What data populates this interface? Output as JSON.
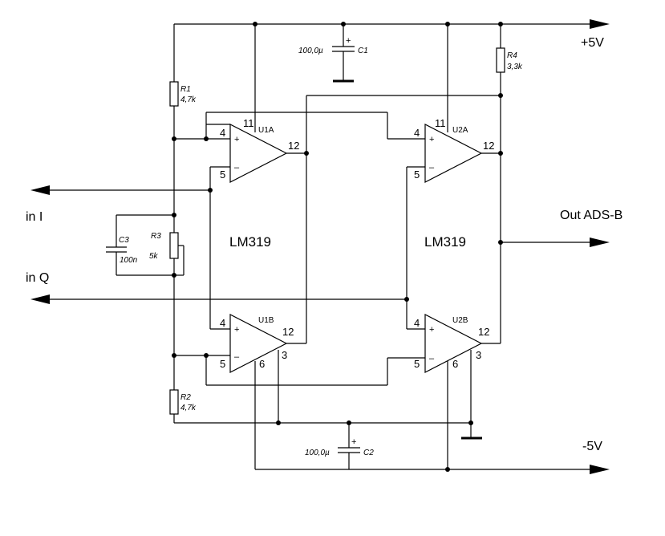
{
  "nets": {
    "plus5v": "+5V",
    "minus5v": "-5V",
    "in_i": "in I",
    "in_q": "in Q",
    "out": "Out ADS-B"
  },
  "chips": {
    "left": "LM319",
    "right": "LM319"
  },
  "units": {
    "u1a": "U1A",
    "u1b": "U1B",
    "u2a": "U2A",
    "u2b": "U2B"
  },
  "pins": {
    "vcc": "11",
    "out": "12",
    "gnd": "4",
    "inv": "5",
    "vee": "6",
    "strobe": "3",
    "plus": "+",
    "minus": "–"
  },
  "components": {
    "r1": {
      "name": "R1",
      "value": "4,7k"
    },
    "r2": {
      "name": "R2",
      "value": "4,7k"
    },
    "r3": {
      "name": "R3",
      "value": "5k"
    },
    "r4": {
      "name": "R4",
      "value": "3,3k"
    },
    "c1": {
      "name": "C1",
      "value": "100,0µ",
      "polarity": "+"
    },
    "c2": {
      "name": "C2",
      "value": "100,0µ",
      "polarity": "+"
    },
    "c3": {
      "name": "C3",
      "value": "100n"
    }
  }
}
